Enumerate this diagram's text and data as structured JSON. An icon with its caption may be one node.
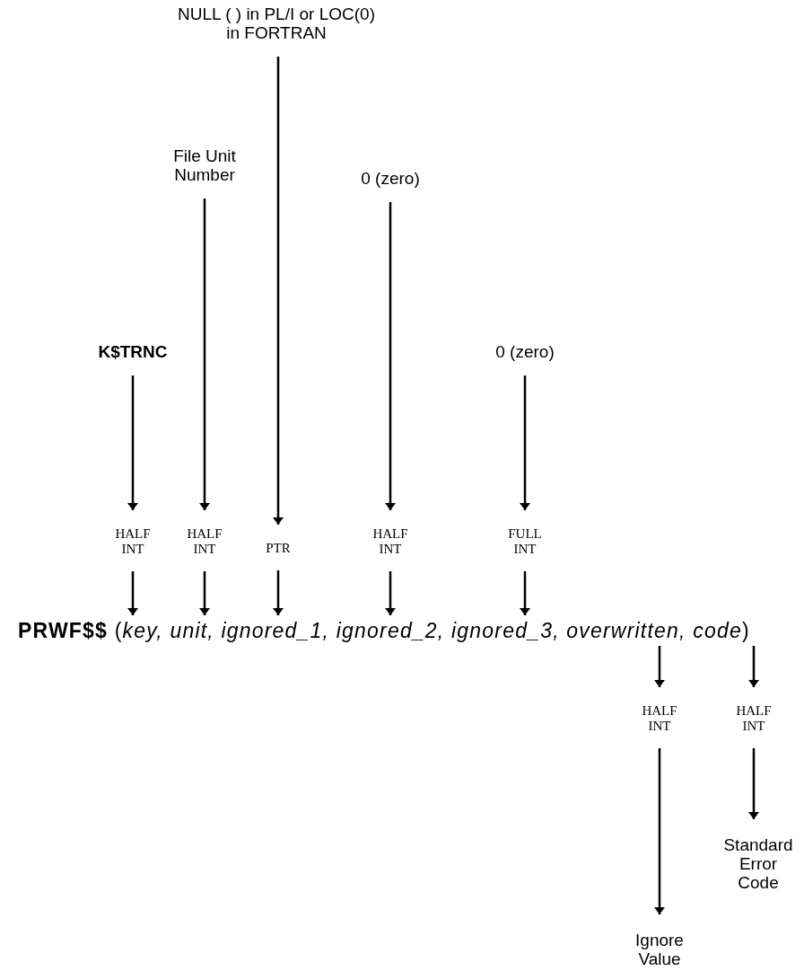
{
  "diagram": {
    "nodes": [
      {
        "text": [
          "NULL ( ) in PL/I or LOC(0) in FORTRAN"
        ]
      },
      {
        "text": [
          "File Unit Number"
        ]
      },
      {
        "text": [
          "0 (zero)"
        ]
      },
      {
        "text": [
          "K$TRNC"
        ]
      },
      {
        "text": [
          "0 (zero)"
        ]
      },
      {
        "text": [
          "HALF INT"
        ]
      },
      {
        "text": [
          "HALF INT"
        ]
      },
      {
        "text": [
          "PTR"
        ]
      },
      {
        "text": [
          "HALF INT"
        ]
      },
      {
        "text": [
          "FULL INT"
        ]
      },
      {
        "text": [
          "**PRWF$$** (*key, unit, ignored_1, ignored_2, ignored_3, overwritten, code*)"
        ]
      },
      {
        "text": [
          "HALF INT"
        ]
      },
      {
        "text": [
          "HALF INT"
        ]
      },
      {
        "text": [
          "Standard Error Code"
        ]
      },
      {
        "text": [
          "Ignore Value"
        ]
      }
    ],
    "edges": [
      {
        "from": 3,
        "to": 5,
        "arrow": "to"
      },
      {
        "from": 1,
        "to": 6,
        "arrow": "to"
      },
      {
        "from": 0,
        "to": 7,
        "arrow": "to"
      },
      {
        "from": 2,
        "to": 8,
        "arrow": "to"
      },
      {
        "from": 4,
        "to": 9,
        "arrow": "to"
      },
      {
        "from": 5,
        "to": 10,
        "arrow": "to"
      },
      {
        "from": 6,
        "to": 10,
        "arrow": "to"
      },
      {
        "from": 7,
        "to": 10,
        "arrow": "to"
      },
      {
        "from": 8,
        "to": 10,
        "arrow": "to"
      },
      {
        "from": 9,
        "to": 10,
        "arrow": "to"
      },
      {
        "from": 10,
        "to": 11,
        "arrow": "to"
      },
      {
        "from": 10,
        "to": 12,
        "arrow": "to"
      },
      {
        "from": 11,
        "to": 14,
        "arrow": "to"
      },
      {
        "from": 12,
        "to": 13,
        "arrow": "to"
      }
    ]
  }
}
